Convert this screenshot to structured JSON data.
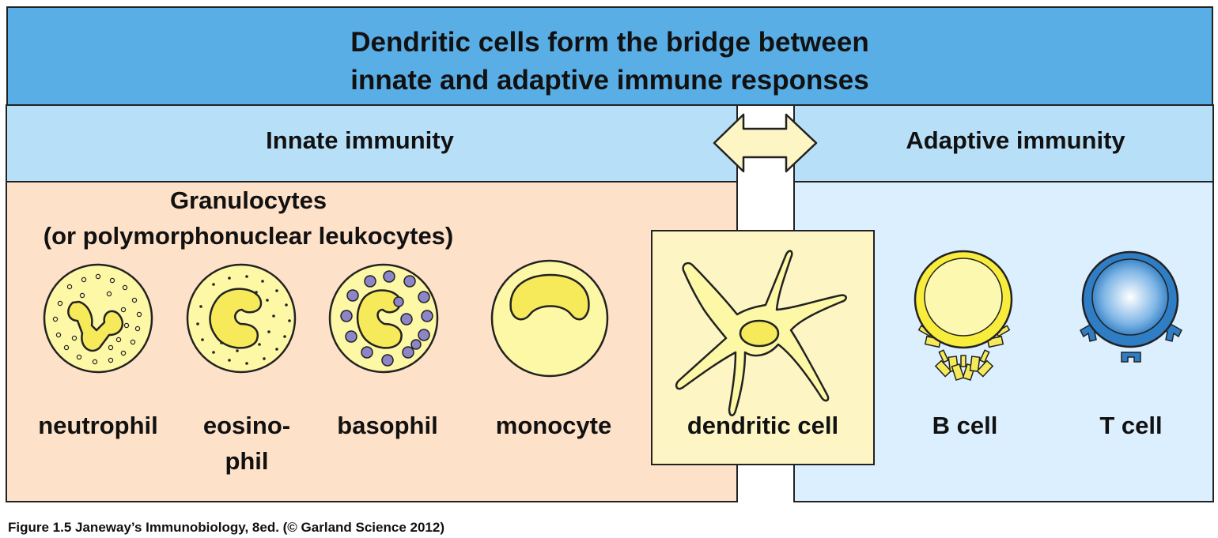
{
  "title": {
    "line1": "Dendritic cells form the bridge between",
    "line2": "innate and adaptive immune responses"
  },
  "innate": {
    "heading": "Innate immunity",
    "group_title_line1": "Granulocytes",
    "group_title_line2": "(or polymorphonuclear leukocytes)",
    "cells": {
      "neutrophil": "neutrophil",
      "eosinophil_line1": "eosino-",
      "eosinophil_line2": "phil",
      "basophil": "basophil",
      "monocyte": "monocyte"
    }
  },
  "bridge": {
    "dendritic_cell": "dendritic cell"
  },
  "adaptive": {
    "heading": "Adaptive immunity",
    "cells": {
      "b_cell": "B cell",
      "t_cell": "T cell"
    }
  },
  "caption": "Figure 1.5 Janeway’s Immunobiology, 8ed. (© Garland Science 2012)",
  "colors": {
    "title_blue": "#5aaee6",
    "header_light_blue": "#b7e0f8",
    "innate_peach": "#fde1c8",
    "adaptive_light_blue": "#dcefff",
    "dendritic_box": "#fdf6c4",
    "cell_yellow": "#fdf8a6",
    "nucleus_yellow": "#f6ea5a",
    "granule_purple": "#8c86c8",
    "t_cell_blue": "#2f7dc4"
  }
}
